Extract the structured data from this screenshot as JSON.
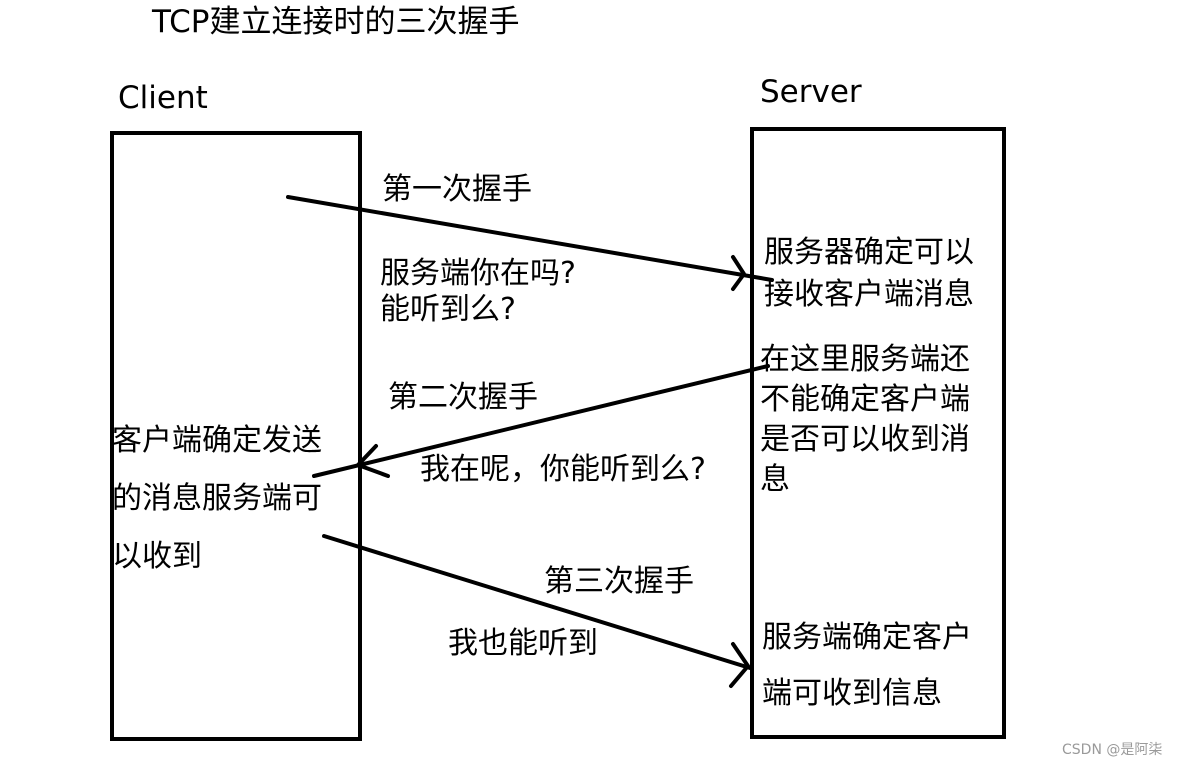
{
  "title": "TCP建立连接时的三次握手",
  "client": {
    "label": "Client"
  },
  "server": {
    "label": "Server"
  },
  "step1": {
    "label": "第一次握手",
    "message_lines": [
      "服务端你在吗?",
      "能听到么?"
    ],
    "server_note_lines": [
      "服务器确定可以",
      "接收客户端消息"
    ]
  },
  "step2": {
    "label": "第二次握手",
    "message": "我在呢，你能听到么?",
    "server_note_lines": [
      "在这里服务端还",
      "不能确定客户端",
      "是否可以收到消",
      "息"
    ],
    "client_note_lines": [
      "客户端确定发送",
      "的消息服务端可",
      "以收到"
    ]
  },
  "step3": {
    "label": "第三次握手",
    "message": "我也能听到",
    "server_note_lines": [
      "服务端确定客户",
      "端可收到信息"
    ]
  },
  "watermark": "CSDN @是阿柒"
}
